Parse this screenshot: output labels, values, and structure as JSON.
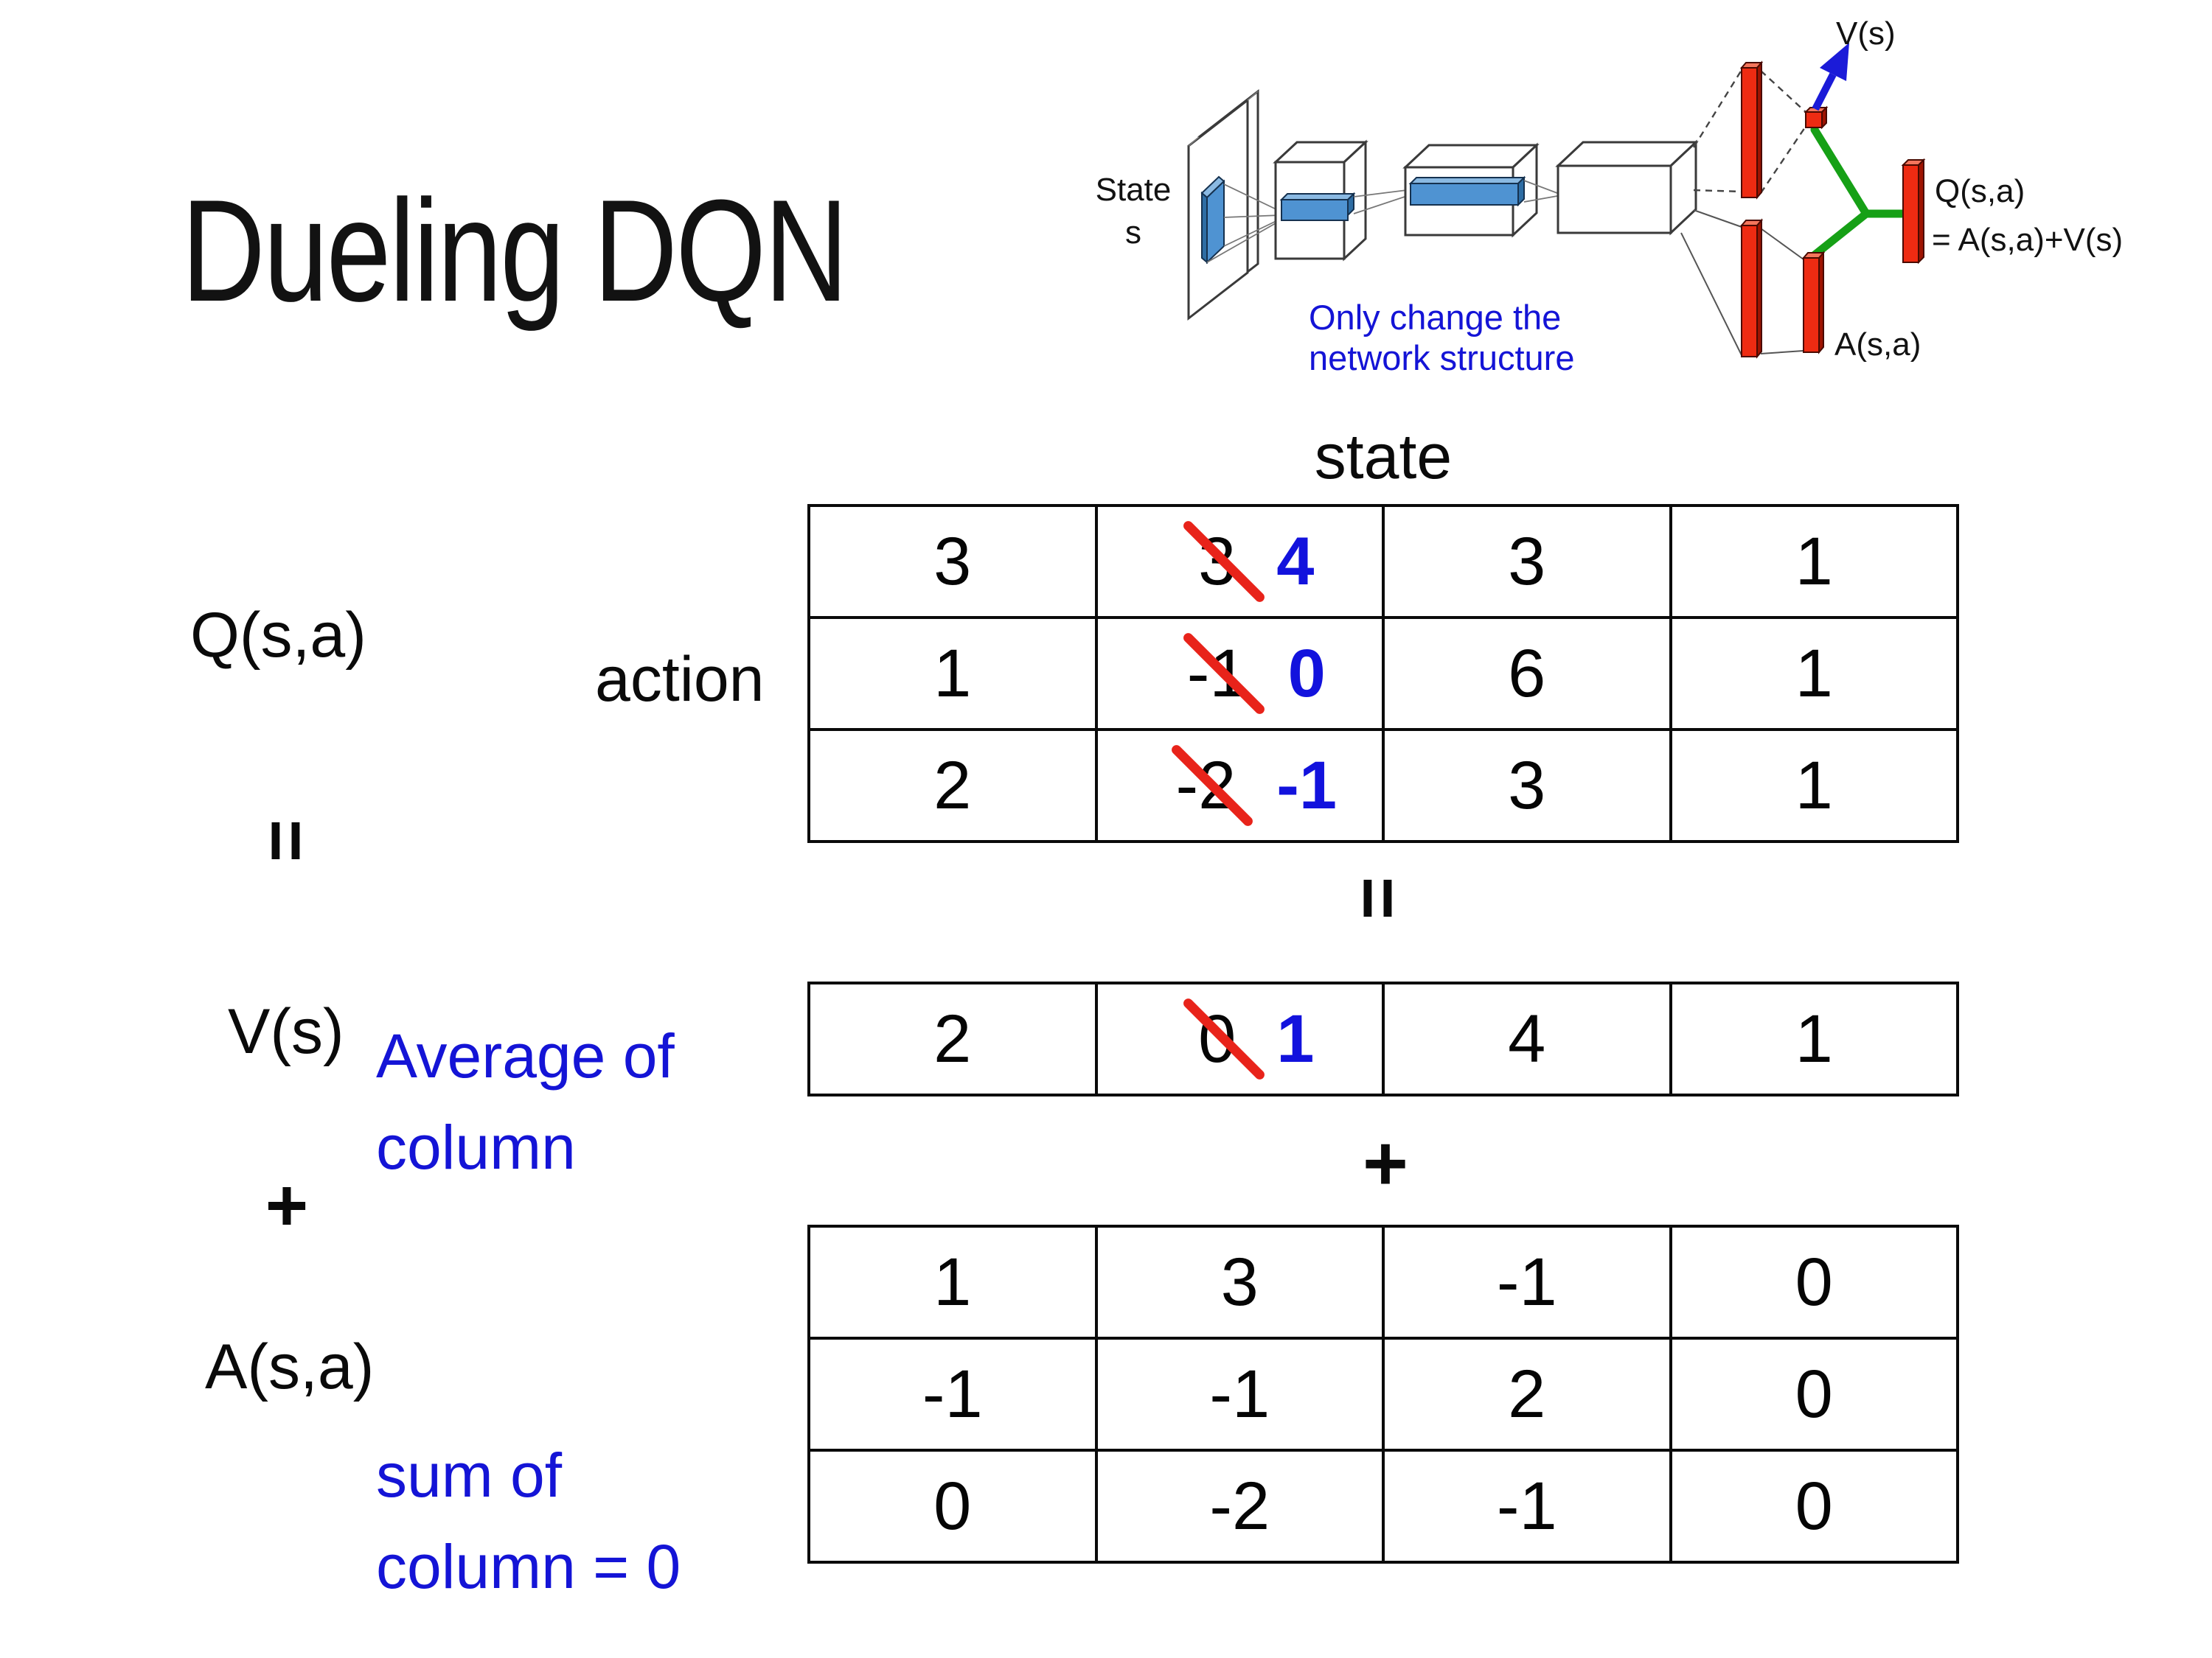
{
  "colors": {
    "accent_blue": "#1414d6",
    "strike_red": "#e8231a",
    "bar_red": "#ee2b12",
    "merge_green": "#16a016",
    "filter_blue": "#4f93d2"
  },
  "title": "Dueling DQN",
  "diagram": {
    "state_line1": "State",
    "state_line2": "s",
    "note_line1": "Only change the",
    "note_line2": "network structure",
    "v_out": "V(s)",
    "a_out": "A(s,a)",
    "q_out_line1": "Q(s,a)",
    "q_out_line2": "= A(s,a)+V(s)"
  },
  "equations": {
    "q_label": "Q(s,a)",
    "equals_left": "=",
    "equals_mid": "=",
    "v_label": "V(s)",
    "plus_left": "+",
    "plus_mid": "+",
    "a_label": "A(s,a)",
    "state_axis": "state",
    "action_axis": "action",
    "avg_note_line1": "Average of",
    "avg_note_line2": "column",
    "sum_note_line1": "sum of",
    "sum_note_line2": "column = 0"
  },
  "q_table": {
    "r0c0": "3",
    "r0c1_old": "3",
    "r0c1_new": "4",
    "r0c2": "3",
    "r0c3": "1",
    "r1c0": "1",
    "r1c1_old": "-1",
    "r1c1_new": "0",
    "r1c2": "6",
    "r1c3": "1",
    "r2c0": "2",
    "r2c1_old": "-2",
    "r2c1_new": "-1",
    "r2c2": "3",
    "r2c3": "1"
  },
  "v_table": {
    "c0": "2",
    "c1_old": "0",
    "c1_new": "1",
    "c2": "4",
    "c3": "1"
  },
  "a_table": {
    "r0c0": "1",
    "r0c1": "3",
    "r0c2": "-1",
    "r0c3": "0",
    "r1c0": "-1",
    "r1c1": "-1",
    "r1c2": "2",
    "r1c3": "0",
    "r2c0": "0",
    "r2c1": "-2",
    "r2c2": "-1",
    "r2c3": "0"
  }
}
